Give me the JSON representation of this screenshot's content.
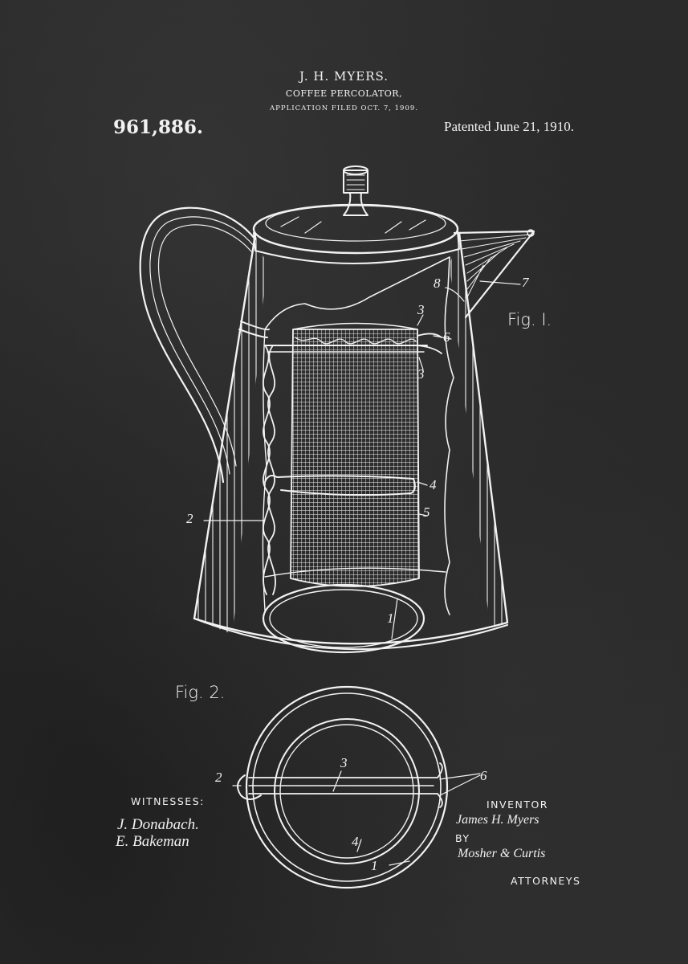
{
  "header": {
    "inventor_name": "J. H. MYERS.",
    "title": "COFFEE PERCOLATOR,",
    "filed": "APPLICATION FILED OCT. 7, 1909.",
    "patent_number": "961,886.",
    "patent_date": "Patented June 21, 1910."
  },
  "figures": {
    "fig1_label": "Fig. I.",
    "fig2_label": "Fig. 2."
  },
  "reference_numerals": {
    "fig1": [
      "8",
      "7",
      "3",
      "6",
      "3",
      "4",
      "5",
      "2",
      "1"
    ],
    "fig2": [
      "2",
      "3",
      "6",
      "4",
      "1"
    ]
  },
  "footer": {
    "witnesses_label": "WITNESSES:",
    "witness_1": "J. Donabach.",
    "witness_2": "E. Bakeman",
    "inventor_label": "INVENTOR",
    "inventor_signature": "James H. Myers",
    "by_label": "BY",
    "attorneys_signature": "Mosher & Curtis",
    "attorneys_label": "ATTORNEYS"
  },
  "colors": {
    "background": "#2a2a2a",
    "chalk": "#f2f2f2"
  }
}
